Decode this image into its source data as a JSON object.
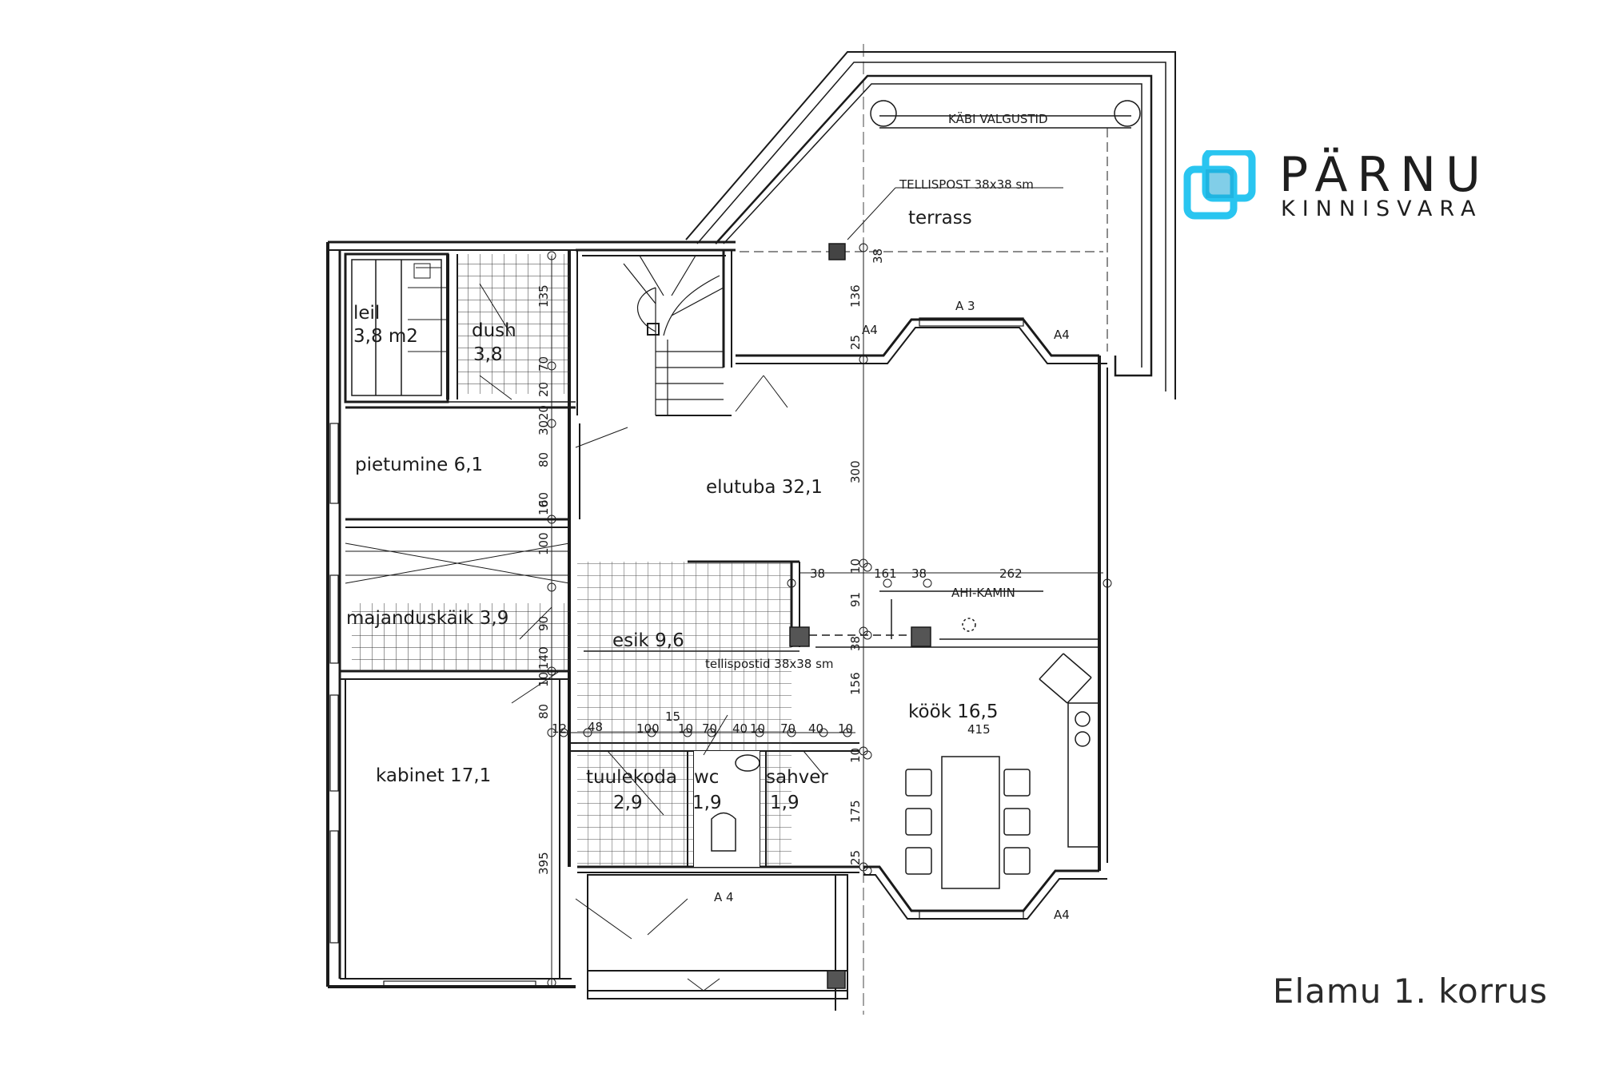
{
  "brand": {
    "name": "PÄRNU",
    "subtitle": "KINNISVARA",
    "color_primary": "#29c5f0",
    "color_secondary": "#1aa6d6",
    "text_color": "#1e1e1e",
    "icon": "overlapping-squares-logo"
  },
  "caption": "Elamu 1. korrus",
  "rooms": {
    "leil": "leil",
    "leil_area": "3,8 m2",
    "dush": "dush",
    "dush_area": "3,8",
    "pesemine": "pietumine 6,1",
    "majandus": "majanduskäik 3,9",
    "kabinet": "kabinet 17,1",
    "elutuba": "elutuba 32,1",
    "esik": "esik 9,6",
    "kook": "köök 16,5",
    "tuulekoda": "tuulekoda",
    "tuulekoda_area": "2,9",
    "wc": "wc",
    "wc_area": "1,9",
    "sahver": "sahver",
    "sahver_area": "1,9",
    "terrass": "terrass"
  },
  "notes": {
    "skylights": "KÄBI VALGUSTID",
    "pillar_top": "TELLISPOST 38x38 sm",
    "pillars_mid": "tellispostid 38x38 sm",
    "fireplace": "AHI-KAMIN"
  },
  "dimensions": {
    "d135": "135",
    "d70": "70",
    "d20": "20",
    "d30": "30",
    "d80": "80",
    "d60": "60",
    "d10": "10",
    "d100": "100",
    "d90": "90",
    "d140": "140",
    "d80b": "80",
    "d395": "395",
    "d136": "136",
    "d25": "25",
    "d300": "300",
    "d10b": "10",
    "d91": "91",
    "d38v": "38",
    "d156": "156",
    "d10c": "10",
    "d175": "175",
    "d25b": "25",
    "d38top": "38",
    "d161": "161",
    "d38a": "38",
    "d38b": "38",
    "d262": "262",
    "h12": "12",
    "h48": "48",
    "h100": "100",
    "h15": "15",
    "h10": "10",
    "h70": "70",
    "h40": "40",
    "h10b": "10",
    "h70b": "70",
    "h40b": "40",
    "h10c": "10",
    "h415": "415"
  },
  "markers": {
    "a3": "A 3",
    "a4_tl": "A4",
    "a4_tr": "A4",
    "a4_bottom": "A 4",
    "a4_br": "A4"
  }
}
